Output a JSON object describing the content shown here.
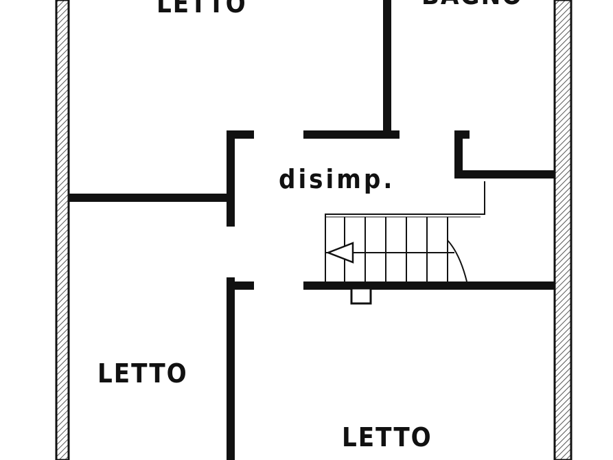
{
  "rooms": {
    "letto_top": "LETTO",
    "bagno": "BAGNO",
    "disimpegno": "disimp.",
    "letto_left": "LETTO",
    "letto_right": "LETTO"
  },
  "colors": {
    "wall": "#111111",
    "background": "#ffffff",
    "hatch": "#555555"
  }
}
